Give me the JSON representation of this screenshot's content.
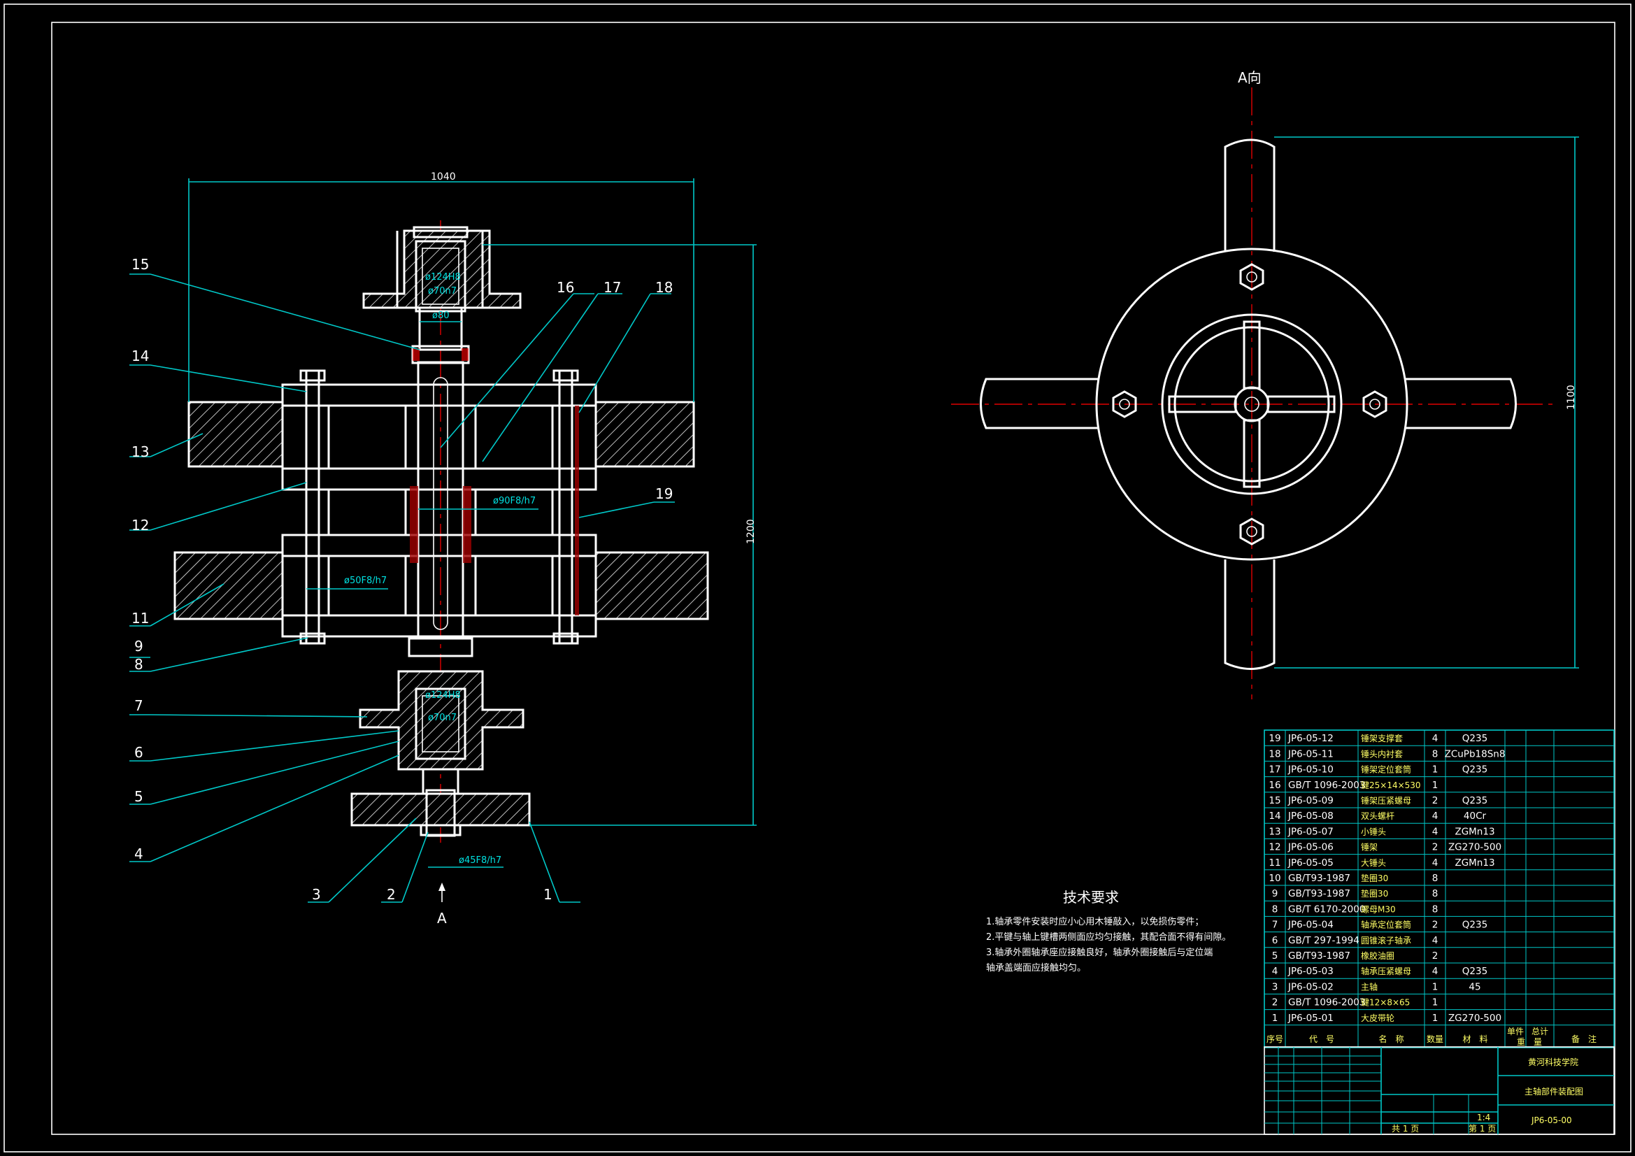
{
  "drawing": {
    "view_title": "A向",
    "view_arrow_label": "A",
    "dims": {
      "width_top": "1040",
      "height_left": "1200",
      "height_right": "1100",
      "d_top_outer": "ø124H8",
      "d_top_inner": "ø70n7",
      "d_top_shaft": "ø80",
      "d_mid": "ø90F8/h7",
      "d_pin": "ø50F8/h7",
      "d_bot_outer": "ø124H8",
      "d_bot_inner": "ø70n7",
      "d_bottom": "ø45F8/h7"
    },
    "balloons": [
      "1",
      "2",
      "3",
      "4",
      "5",
      "6",
      "7",
      "8",
      "9",
      "11",
      "12",
      "13",
      "14",
      "15",
      "16",
      "17",
      "18",
      "19"
    ]
  },
  "tech_notes": {
    "title": "技术要求",
    "lines": [
      "1.轴承零件安装时应小心用木锤敲入，以免损伤零件；",
      "2.平键与轴上键槽两侧面应均匀接触，其配合面不得有间隙。",
      "3.轴承外圈轴承座应接触良好，轴承外圈接触后与定位端",
      "轴承盖端面应接触均匀。"
    ]
  },
  "bom": {
    "rows": [
      {
        "no": "19",
        "code": "JP6-05-12",
        "name": "锤架支撑套",
        "qty": "4",
        "mat": "Q235"
      },
      {
        "no": "18",
        "code": "JP6-05-11",
        "name": "锤头内衬套",
        "qty": "8",
        "mat": "ZCuPb18Sn8"
      },
      {
        "no": "17",
        "code": "JP6-05-10",
        "name": "锤架定位套筒",
        "qty": "1",
        "mat": "Q235"
      },
      {
        "no": "16",
        "code": "GB/T 1096-2003",
        "name": "键25×14×530",
        "qty": "1",
        "mat": ""
      },
      {
        "no": "15",
        "code": "JP6-05-09",
        "name": "锤架压紧螺母",
        "qty": "2",
        "mat": "Q235"
      },
      {
        "no": "14",
        "code": "JP6-05-08",
        "name": "双头螺杆",
        "qty": "4",
        "mat": "40Cr"
      },
      {
        "no": "13",
        "code": "JP6-05-07",
        "name": "小锤头",
        "qty": "4",
        "mat": "ZGMn13"
      },
      {
        "no": "12",
        "code": "JP6-05-06",
        "name": "锤架",
        "qty": "2",
        "mat": "ZG270-500"
      },
      {
        "no": "11",
        "code": "JP6-05-05",
        "name": "大锤头",
        "qty": "4",
        "mat": "ZGMn13"
      },
      {
        "no": "10",
        "code": "GB/T93-1987",
        "name": "垫圈30",
        "qty": "8",
        "mat": ""
      },
      {
        "no": "9",
        "code": "GB/T93-1987",
        "name": "垫圈30",
        "qty": "8",
        "mat": ""
      },
      {
        "no": "8",
        "code": "GB/T 6170-2000",
        "name": "螺母M30",
        "qty": "8",
        "mat": ""
      },
      {
        "no": "7",
        "code": "JP6-05-04",
        "name": "轴承定位套筒",
        "qty": "2",
        "mat": "Q235"
      },
      {
        "no": "6",
        "code": "GB/T 297-1994",
        "name": "圆锥滚子轴承",
        "qty": "4",
        "mat": ""
      },
      {
        "no": "5",
        "code": "GB/T93-1987",
        "name": "橡胶油圈",
        "qty": "2",
        "mat": ""
      },
      {
        "no": "4",
        "code": "JP6-05-03",
        "name": "轴承压紧螺母",
        "qty": "4",
        "mat": "Q235"
      },
      {
        "no": "3",
        "code": "JP6-05-02",
        "name": "主轴",
        "qty": "1",
        "mat": "45"
      },
      {
        "no": "2",
        "code": "GB/T 1096-2003",
        "name": "键12×8×65",
        "qty": "1",
        "mat": ""
      },
      {
        "no": "1",
        "code": "JP6-05-01",
        "name": "大皮带轮",
        "qty": "1",
        "mat": "ZG270-500"
      }
    ],
    "header": {
      "no": "序号",
      "code": "代　号",
      "name": "名　称",
      "qty": "数量",
      "mat": "材　料",
      "unit_w": "单件",
      "total_w": "总计",
      "weight": "重　量",
      "remark": "备　注"
    }
  },
  "title_block": {
    "school": "黄河科技学院",
    "drawing_name": "主轴部件装配图",
    "drawing_no": "JP6-05-00",
    "scale": "1:4",
    "sheets": "共 1 页",
    "sheet_no": "第 1 页"
  }
}
